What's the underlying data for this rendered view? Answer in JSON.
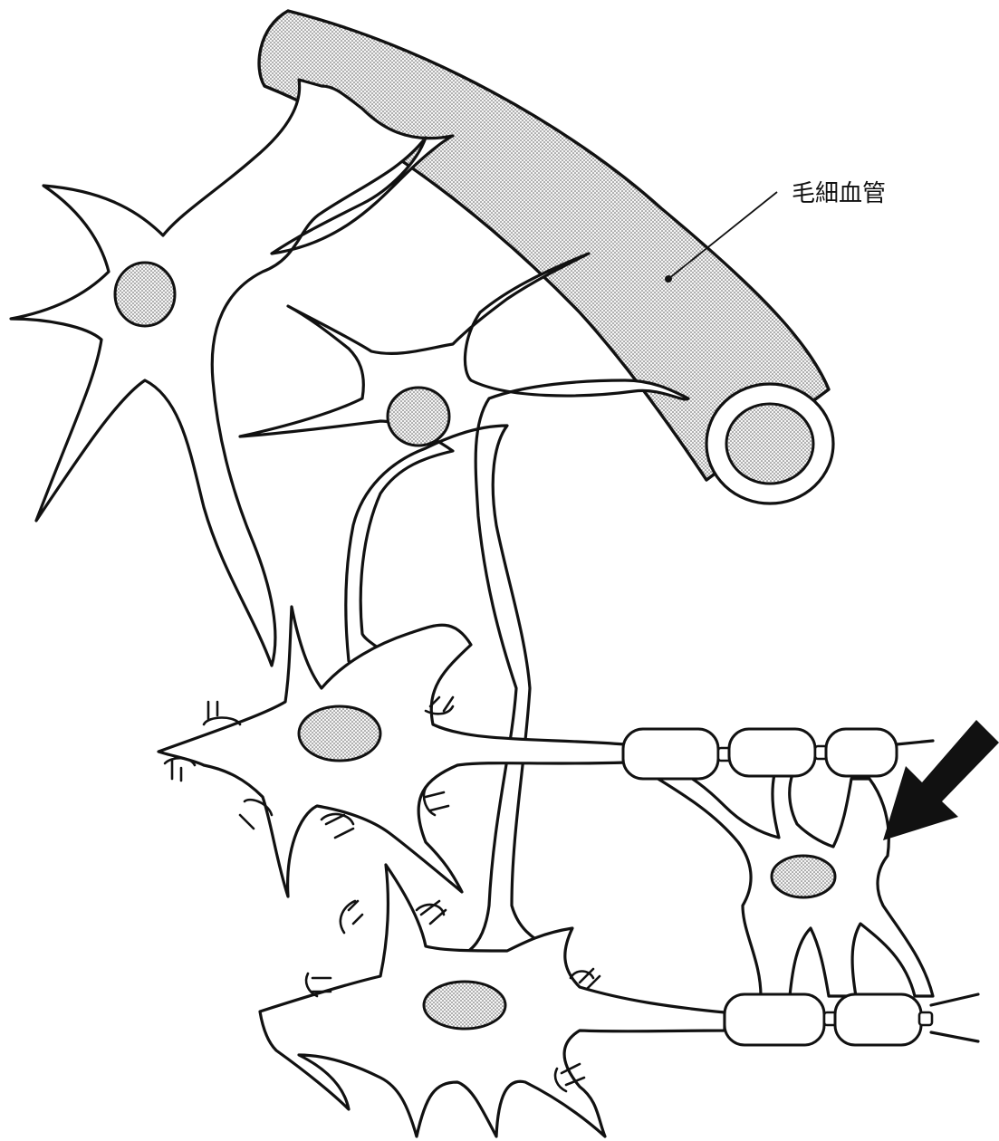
{
  "diagram": {
    "labels": {
      "capillary": "毛細血管"
    },
    "parts": {
      "capillary_icon": "blood-vessel",
      "arrow_icon": "arrow-pointer"
    },
    "colors": {
      "line": "#111111",
      "stipple": "#555555",
      "background": "#ffffff"
    }
  }
}
